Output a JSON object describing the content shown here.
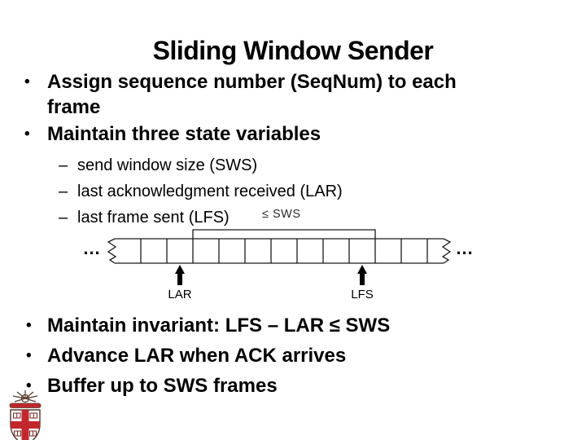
{
  "slide": {
    "title": "Sliding Window Sender",
    "bullet_char": "•",
    "dash_char": "–",
    "top_bullets": [
      "Assign sequence number (SeqNum) to each frame",
      "Maintain three state variables"
    ],
    "sub_bullets": [
      "send window size (SWS)",
      "last acknowledgment received (LAR)",
      "last frame sent (LFS)"
    ],
    "bottom_bullets": [
      "Maintain invariant: LFS – LAR ≤ SWS",
      "Advance LAR when ACK arrives",
      "Buffer up to SWS frames"
    ]
  },
  "diagram": {
    "sws_constraint_label": "≤ SWS",
    "lar_label": "LAR",
    "lfs_label": "LFS",
    "left_ellipsis": "...",
    "right_ellipsis": "...",
    "total_cells": 13,
    "window_cells": 7,
    "line_color": "#1a1a1a"
  },
  "logo_colors": {
    "crest_red": "#c1272d",
    "crest_outline": "#53392c"
  }
}
